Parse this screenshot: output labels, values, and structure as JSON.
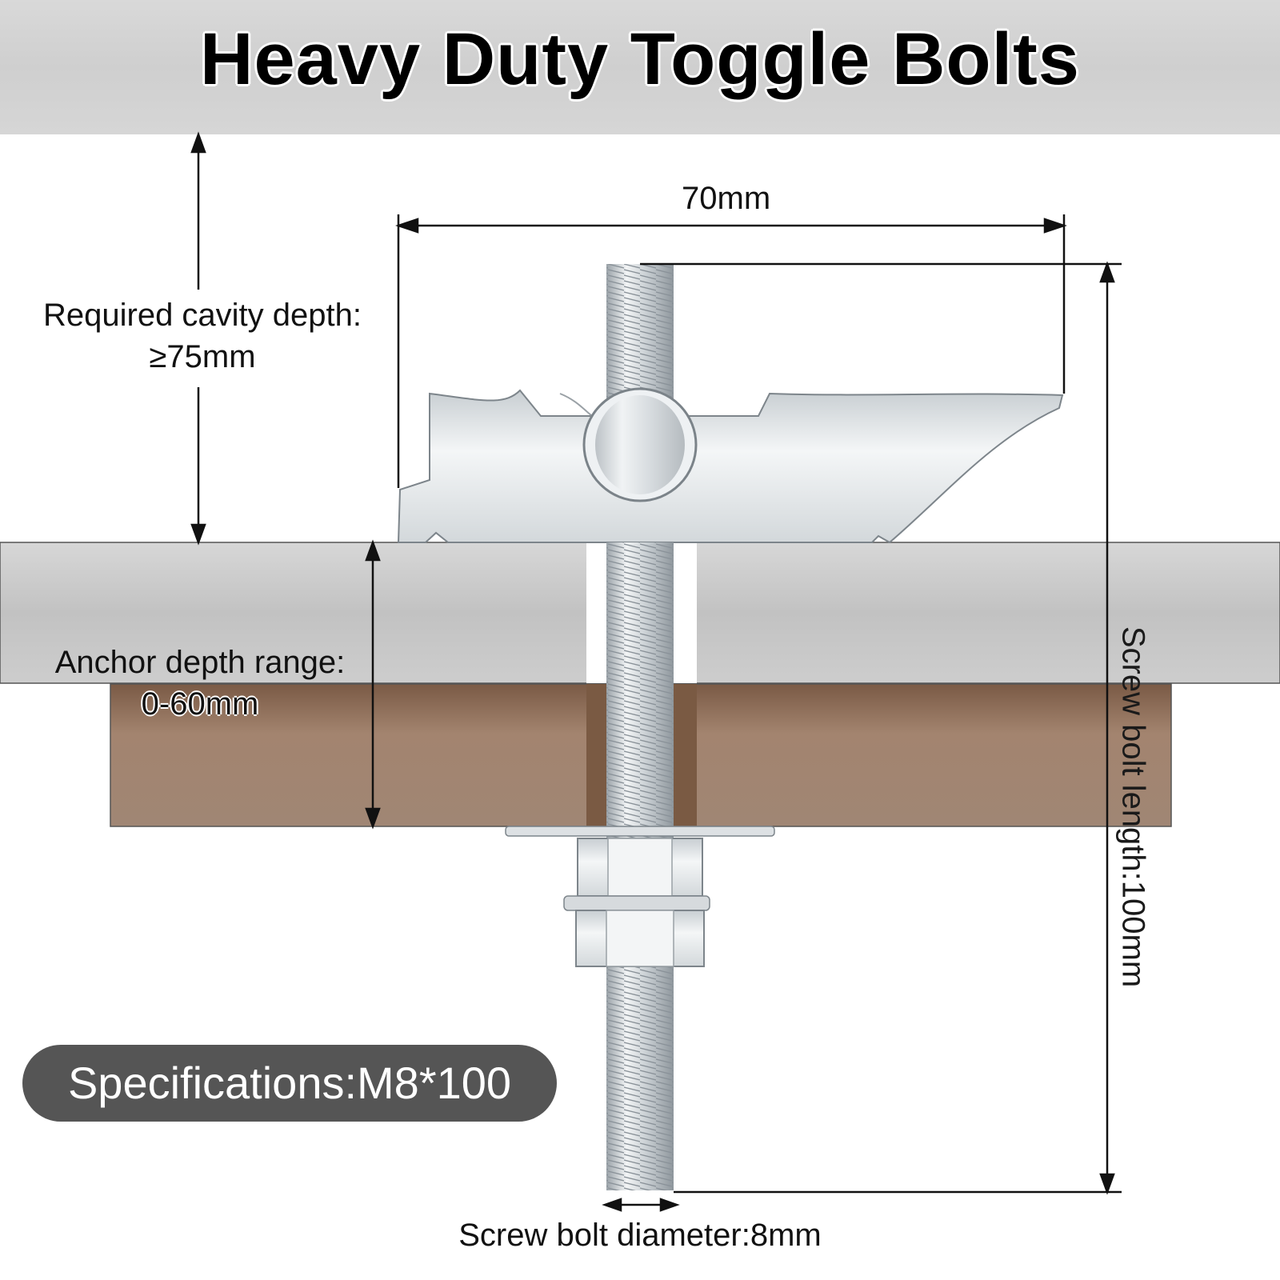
{
  "title": "Heavy Duty Toggle Bolts",
  "dimensions": {
    "toggle_width": "70mm",
    "cavity_depth_label": "Required cavity depth:",
    "cavity_depth_value": "≥75mm",
    "anchor_depth_label": "Anchor depth range:",
    "anchor_depth_value": "0-60mm",
    "bolt_length": "Screw bolt length:100mm",
    "bolt_diameter": "Screw bolt diameter:8mm"
  },
  "specifications": "Specifications:M8*100",
  "colors": {
    "header_bg": "#d3d3d3",
    "wall_gray": "#c4c4c4",
    "wood_brown": "#9a7f6c",
    "spec_badge": "#555555",
    "metal": "#dfe3e6"
  }
}
